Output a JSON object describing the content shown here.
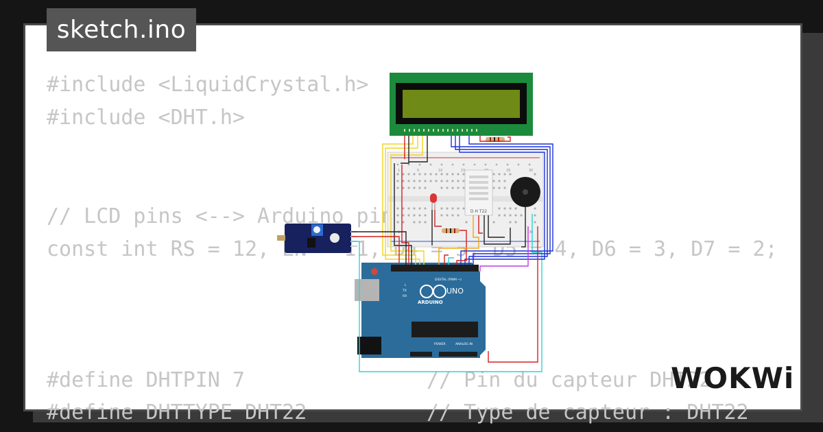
{
  "tab": {
    "title": "sketch.ino"
  },
  "code": {
    "line1": "#include <LiquidCrystal.h>",
    "line2": "#include <DHT.h>",
    "line3": "// LCD pins <--> Arduino pins",
    "line4": "const int RS = 12, EN = 11, D4 = 5, D5 = 4, D6 = 3, D7 = 2;",
    "line5a": "#define DHTPIN 7",
    "line5b": "// Pin du capteur DHT22",
    "line6a": "#define DHTTYPE DHT22",
    "line6b": "// Type de capteur : DHT22"
  },
  "circuit": {
    "board_name": "UNO",
    "board_brand": "ARDUINO",
    "digital_label": "DIGITAL (PWM ~)",
    "analog_label": "ANALOG IN",
    "power_label": "POWER",
    "sensor_label": "D H T22",
    "tx_label": "TX",
    "rx_label": "RX",
    "l_label": "L",
    "bb_num_1": "1",
    "bb_num_5": "5",
    "bb_num_10": "10",
    "bb_num_15": "15",
    "bb_num_20": "20",
    "bb_num_25": "25",
    "bb_num_30": "30",
    "colors": {
      "board": "#2b6c9b",
      "lcd_pcb": "#1c8a3c",
      "lcd_screen": "#6f8a16",
      "breadboard": "#efefef"
    }
  },
  "logo": {
    "text": "WOKWi"
  }
}
